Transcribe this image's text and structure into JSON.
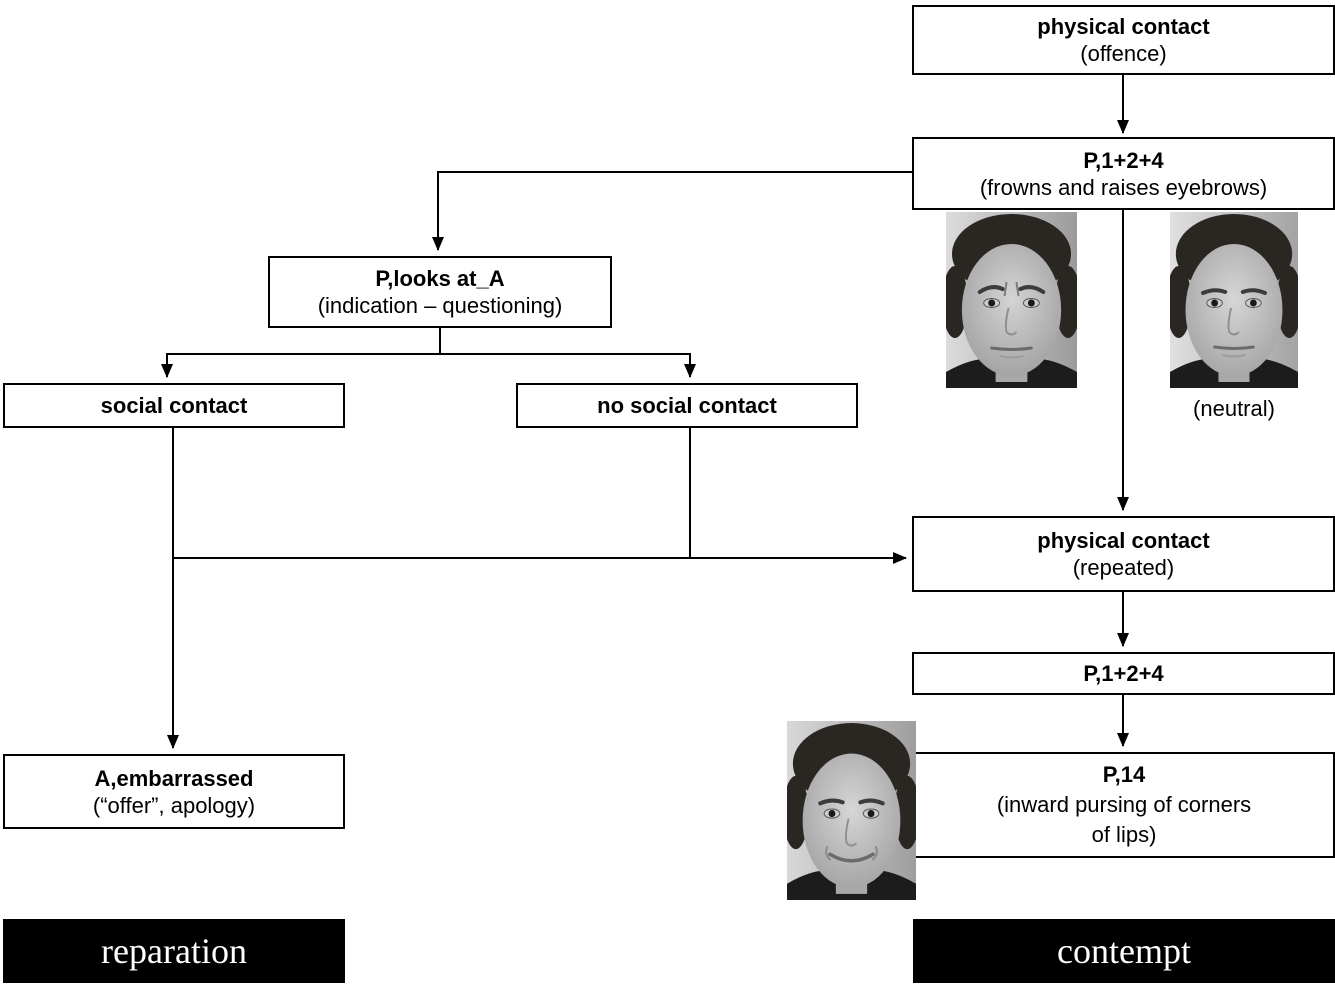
{
  "figure": {
    "colors": {
      "background": "#ffffff",
      "line": "#000000",
      "node_bg": "#ffffff",
      "node_border": "#000000",
      "outcome_bg": "#000000",
      "outcome_text": "#ffffff"
    },
    "nodes": {
      "offence": {
        "title": "physical contact",
        "subtitle": "(offence)"
      },
      "p124_top": {
        "title": "P,1+2+4",
        "subtitle": "(frowns and raises eyebrows)"
      },
      "looks_at": {
        "title": "P,looks at_A",
        "subtitle": "(indication – questioning)"
      },
      "social": {
        "title": "social contact"
      },
      "no_social": {
        "title": "no social contact"
      },
      "repeated": {
        "title": "physical contact",
        "subtitle": "(repeated)"
      },
      "p124_bottom": {
        "title": "P,1+2+4"
      },
      "p14": {
        "title": "P,14",
        "subtitle": "(inward pursing of corners",
        "subtitle2": "of lips)"
      },
      "embarrassed": {
        "title": "A,embarrassed",
        "subtitle": "(“offer”, apology)"
      }
    },
    "photos": [
      {
        "name": "face-photo-frowning-raised-eyebrows"
      },
      {
        "name": "face-photo-neutral",
        "caption": "(neutral)"
      },
      {
        "name": "face-photo-lip-corners-pursed"
      }
    ],
    "outcomes": {
      "reparation": {
        "label": "reparation"
      },
      "contempt": {
        "label": "contempt"
      }
    }
  }
}
